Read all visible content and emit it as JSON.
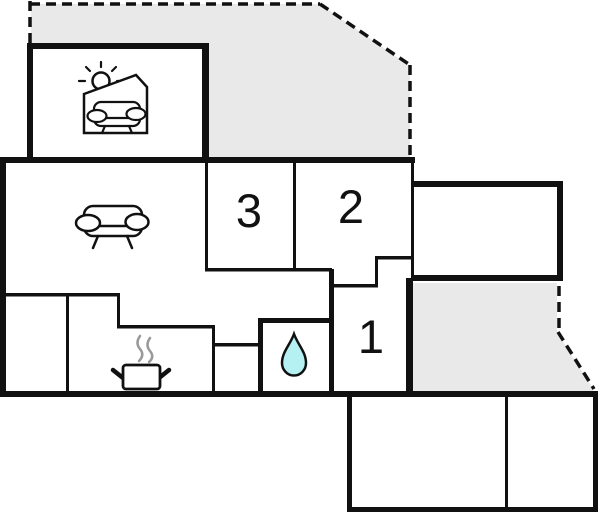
{
  "colors": {
    "background": "#ffffff",
    "walls": "#111111",
    "terrace_fill": "#e9e9e9",
    "water_drop": "#b5f1f2",
    "steam": "#999999"
  },
  "rooms": {
    "bedroom_1": {
      "label": "1"
    },
    "bedroom_2": {
      "label": "2"
    },
    "bedroom_3": {
      "label": "3"
    },
    "living_room": {
      "icon": "sofa-icon"
    },
    "conservatory": {
      "icon": "conservatory-sun-sofa-icon"
    },
    "kitchen": {
      "icon": "cooking-pot-icon"
    },
    "bathroom": {
      "icon": "water-drop-icon"
    },
    "terrace_top": {
      "style": "dashed-outline-gray"
    },
    "terrace_right": {
      "style": "dashed-outline-gray"
    }
  }
}
